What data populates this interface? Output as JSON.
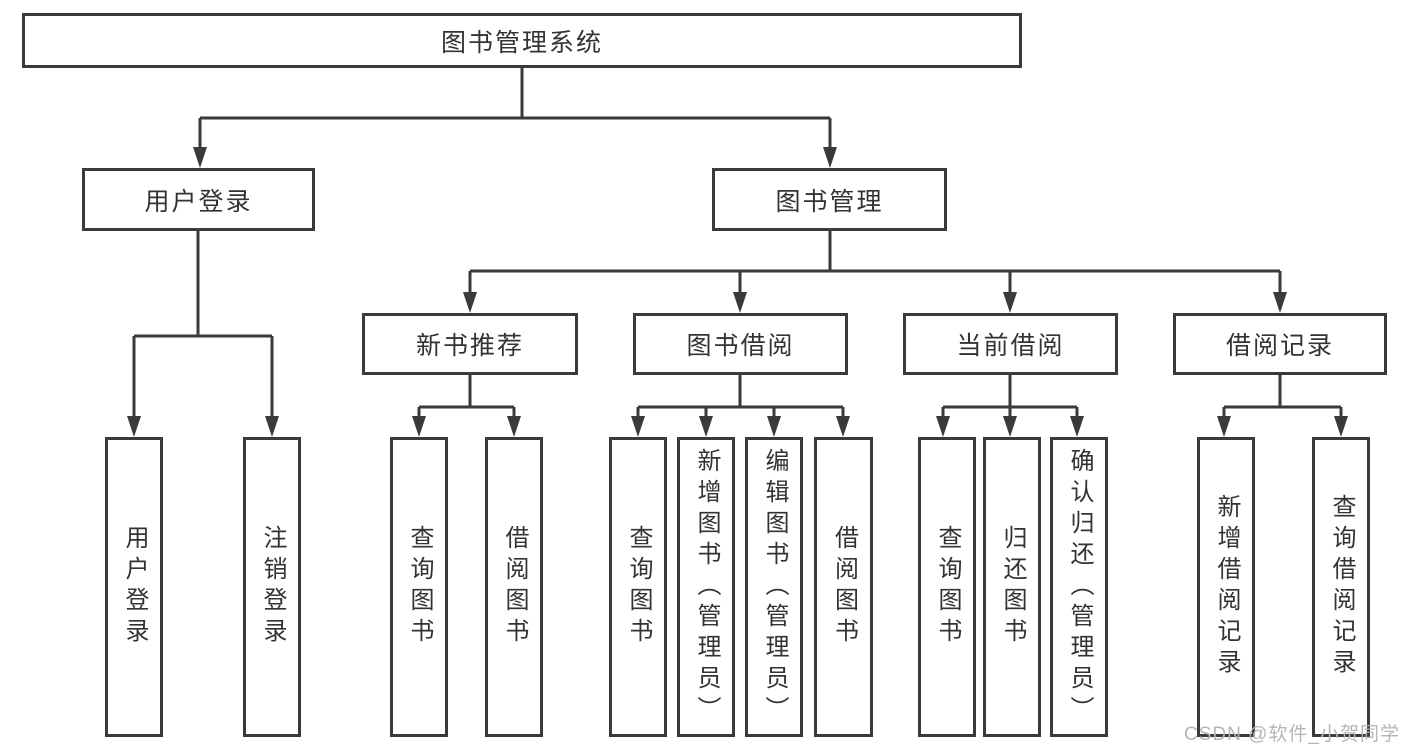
{
  "colors": {
    "line": "#3a3a3a",
    "text": "#333333",
    "background": "#ffffff",
    "watermark": "#b5b5b5"
  },
  "tree": {
    "root": {
      "label": "图书管理系统"
    },
    "level2": [
      {
        "label": "用户登录"
      },
      {
        "label": "图书管理"
      }
    ],
    "level3": [
      {
        "label": "新书推荐",
        "parent": "图书管理"
      },
      {
        "label": "图书借阅",
        "parent": "图书管理"
      },
      {
        "label": "当前借阅",
        "parent": "图书管理"
      },
      {
        "label": "借阅记录",
        "parent": "图书管理"
      }
    ],
    "leaves": [
      {
        "label": "用户登录",
        "parent": "用户登录"
      },
      {
        "label": "注销登录",
        "parent": "用户登录"
      },
      {
        "label": "查询图书",
        "parent": "新书推荐"
      },
      {
        "label": "借阅图书",
        "parent": "新书推荐"
      },
      {
        "label": "查询图书",
        "parent": "图书借阅"
      },
      {
        "label": "新增图书（管理员）",
        "parent": "图书借阅"
      },
      {
        "label": "编辑图书（管理员）",
        "parent": "图书借阅"
      },
      {
        "label": "借阅图书",
        "parent": "图书借阅"
      },
      {
        "label": "查询图书",
        "parent": "当前借阅"
      },
      {
        "label": "归还图书",
        "parent": "当前借阅"
      },
      {
        "label": "确认归还（管理员）",
        "parent": "当前借阅"
      },
      {
        "label": "新增借阅记录",
        "parent": "借阅记录"
      },
      {
        "label": "查询借阅记录",
        "parent": "借阅记录"
      }
    ]
  },
  "watermark": {
    "text": "CSDN @软件_小贺同学"
  }
}
